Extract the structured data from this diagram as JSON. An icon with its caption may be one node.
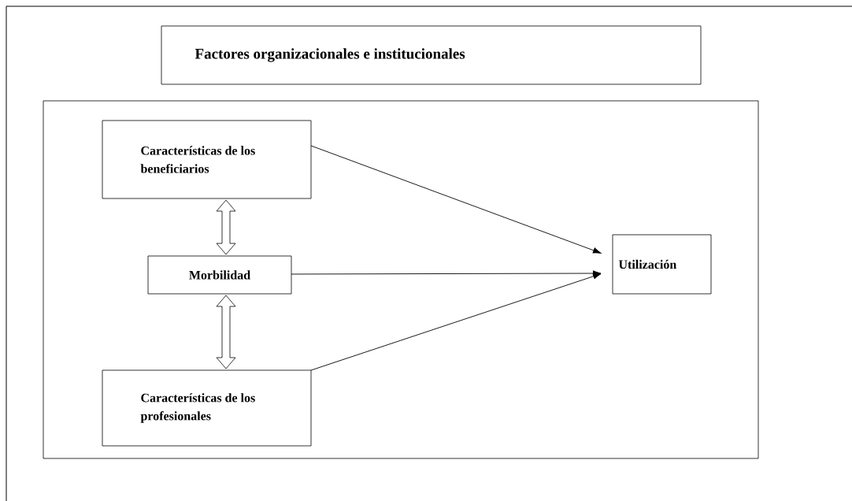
{
  "diagram": {
    "nodes": [
      {
        "text": [
          "Factores organizacionales e institucionales"
        ]
      },
      {
        "text": [],
        "shape": "box"
      },
      {
        "text": [
          "Características de los beneficiarios"
        ],
        "in": 1
      },
      {
        "text": [
          "Morbilidad"
        ],
        "in": 1
      },
      {
        "text": [
          "Características de los profesionales"
        ],
        "in": 1
      },
      {
        "text": [
          "Utilización"
        ],
        "in": 1
      }
    ],
    "edges": [
      {
        "from": 2,
        "to": 3,
        "arrow": "both"
      },
      {
        "from": 3,
        "to": 4,
        "arrow": "both"
      },
      {
        "from": 2,
        "to": 5,
        "arrow": "to"
      },
      {
        "from": 3,
        "to": 5,
        "arrow": "to"
      },
      {
        "from": 4,
        "to": 5,
        "arrow": "to"
      }
    ]
  }
}
